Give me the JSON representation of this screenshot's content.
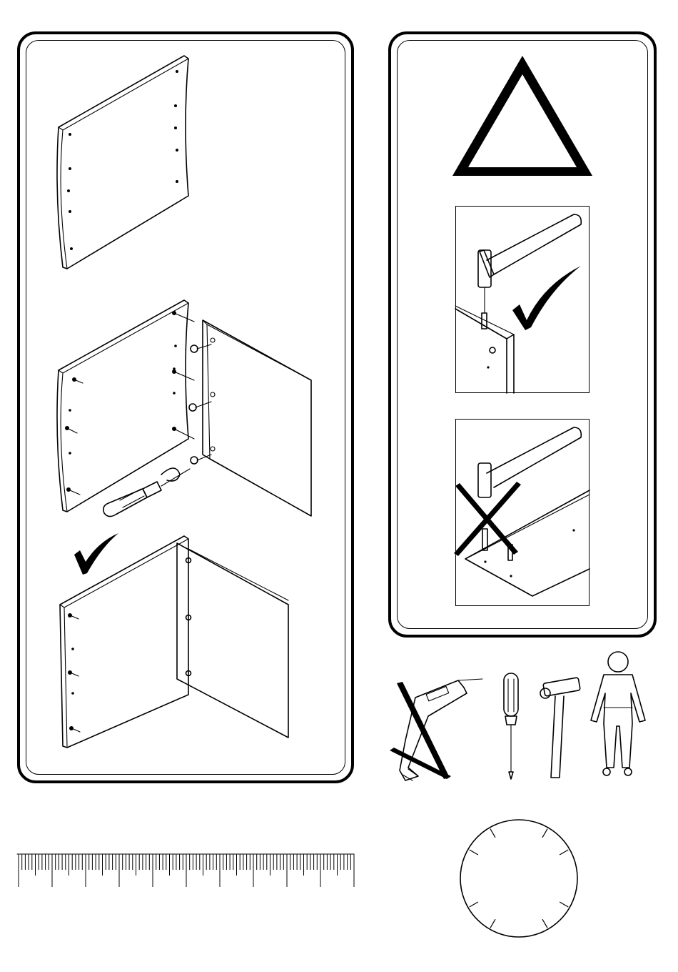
{
  "page": {
    "background": "#ffffff",
    "line_color": "#000000"
  },
  "left_panel": {
    "steps": [
      {
        "icon": "side-panel-icon"
      },
      {
        "icon": "screw-assembly-icon"
      },
      {
        "icon": "assembled-corner-icon",
        "status": "correct"
      }
    ]
  },
  "right_panel": {
    "warning_icon": "warning-triangle-icon",
    "examples": [
      {
        "icon": "hammer-dowel-correct-icon",
        "status": "correct"
      },
      {
        "icon": "hammer-dowel-wrong-icon",
        "status": "wrong"
      }
    ]
  },
  "tools": [
    {
      "icon": "power-drill-icon",
      "allowed": false
    },
    {
      "icon": "screwdriver-icon",
      "allowed": true
    },
    {
      "icon": "hammer-icon",
      "allowed": true
    },
    {
      "icon": "one-person-icon",
      "count": 1
    }
  ],
  "ruler": {
    "icon": "ruler-icon"
  },
  "clock": {
    "icon": "clock-icon"
  }
}
